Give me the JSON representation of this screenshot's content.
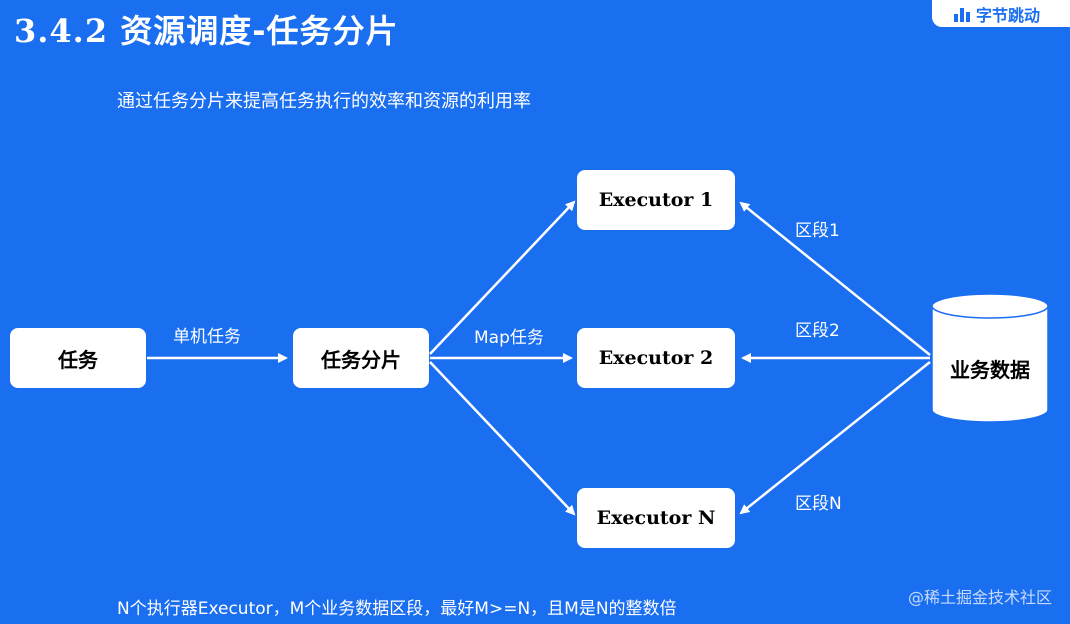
{
  "header": {
    "section_number": "3.4.2",
    "title": "资源调度-任务分片",
    "subtitle": "通过任务分片来提高任务执行的效率和资源的利用率"
  },
  "logo": {
    "text": "字节跳动"
  },
  "diagram": {
    "nodes": {
      "task": "任务",
      "sharding": "任务分片",
      "executor_1": "Executor 1",
      "executor_2": "Executor 2",
      "executor_n": "Executor N",
      "business_data": "业务数据"
    },
    "edges": {
      "task_to_sharding": "单机任务",
      "sharding_to_executors": "Map任务",
      "segment_1": "区段1",
      "segment_2": "区段2",
      "segment_n": "区段N"
    }
  },
  "footer": {
    "note": "N个执行器Executor，M个业务数据区段，最好M>=N，且M是N的整数倍"
  },
  "credit": {
    "text": "@稀土掘金技术社区"
  },
  "colors": {
    "background": "#1a6ef0",
    "node_fill": "#ffffff",
    "arrow": "#ffffff"
  }
}
